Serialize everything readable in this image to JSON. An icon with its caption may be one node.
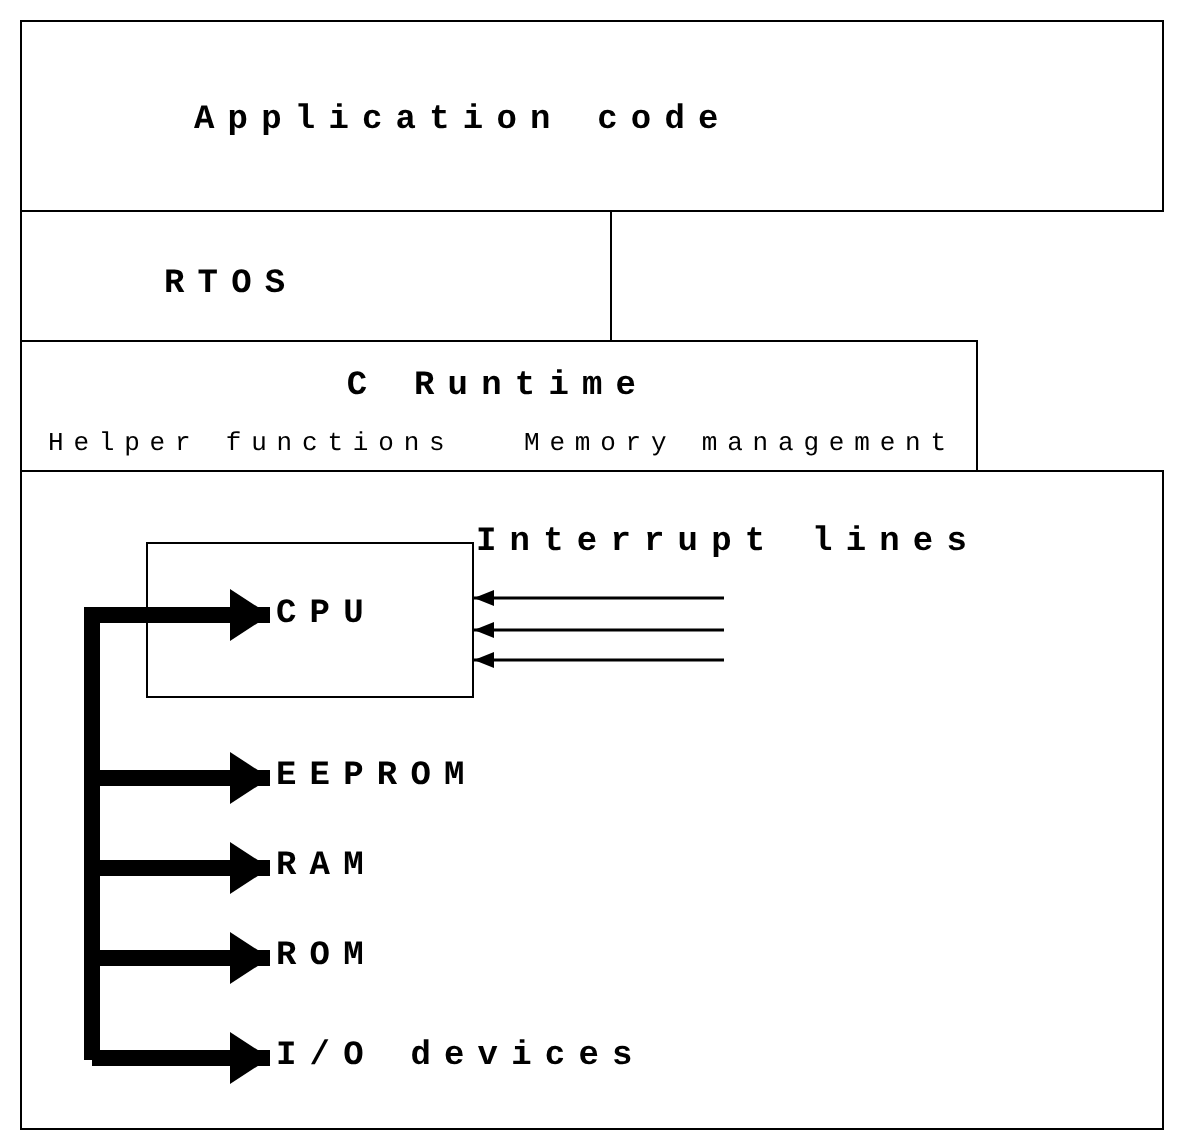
{
  "diagram": {
    "nodes": [
      {
        "text": [
          "Application code"
        ]
      },
      {
        "text": [
          "RTOS"
        ]
      },
      {
        "text": [
          "C Runtime",
          "Helper functions",
          "Memory management"
        ]
      },
      {
        "text": [],
        "shape": "box"
      },
      {
        "text": [
          "CPU"
        ],
        "in": 3
      },
      {
        "text": [
          "EEPROM"
        ],
        "in": 3
      },
      {
        "text": [
          "RAM"
        ],
        "in": 3
      },
      {
        "text": [
          "ROM"
        ],
        "in": 3
      },
      {
        "text": [
          "I/O devices"
        ],
        "in": 3
      }
    ],
    "edges": [
      {
        "from": null,
        "to": 4,
        "arrow": "to"
      },
      {
        "from": null,
        "to": 5,
        "arrow": "to"
      },
      {
        "from": null,
        "to": 6,
        "arrow": "to"
      },
      {
        "from": null,
        "to": 7,
        "arrow": "to"
      },
      {
        "from": null,
        "to": 8,
        "arrow": "to"
      },
      {
        "from": null,
        "to": 4,
        "arrow": "to"
      },
      {
        "from": null,
        "to": 4,
        "arrow": "to"
      },
      {
        "from": null,
        "to": 4,
        "arrow": "to"
      }
    ],
    "labels": [
      "Interrupt lines"
    ]
  }
}
